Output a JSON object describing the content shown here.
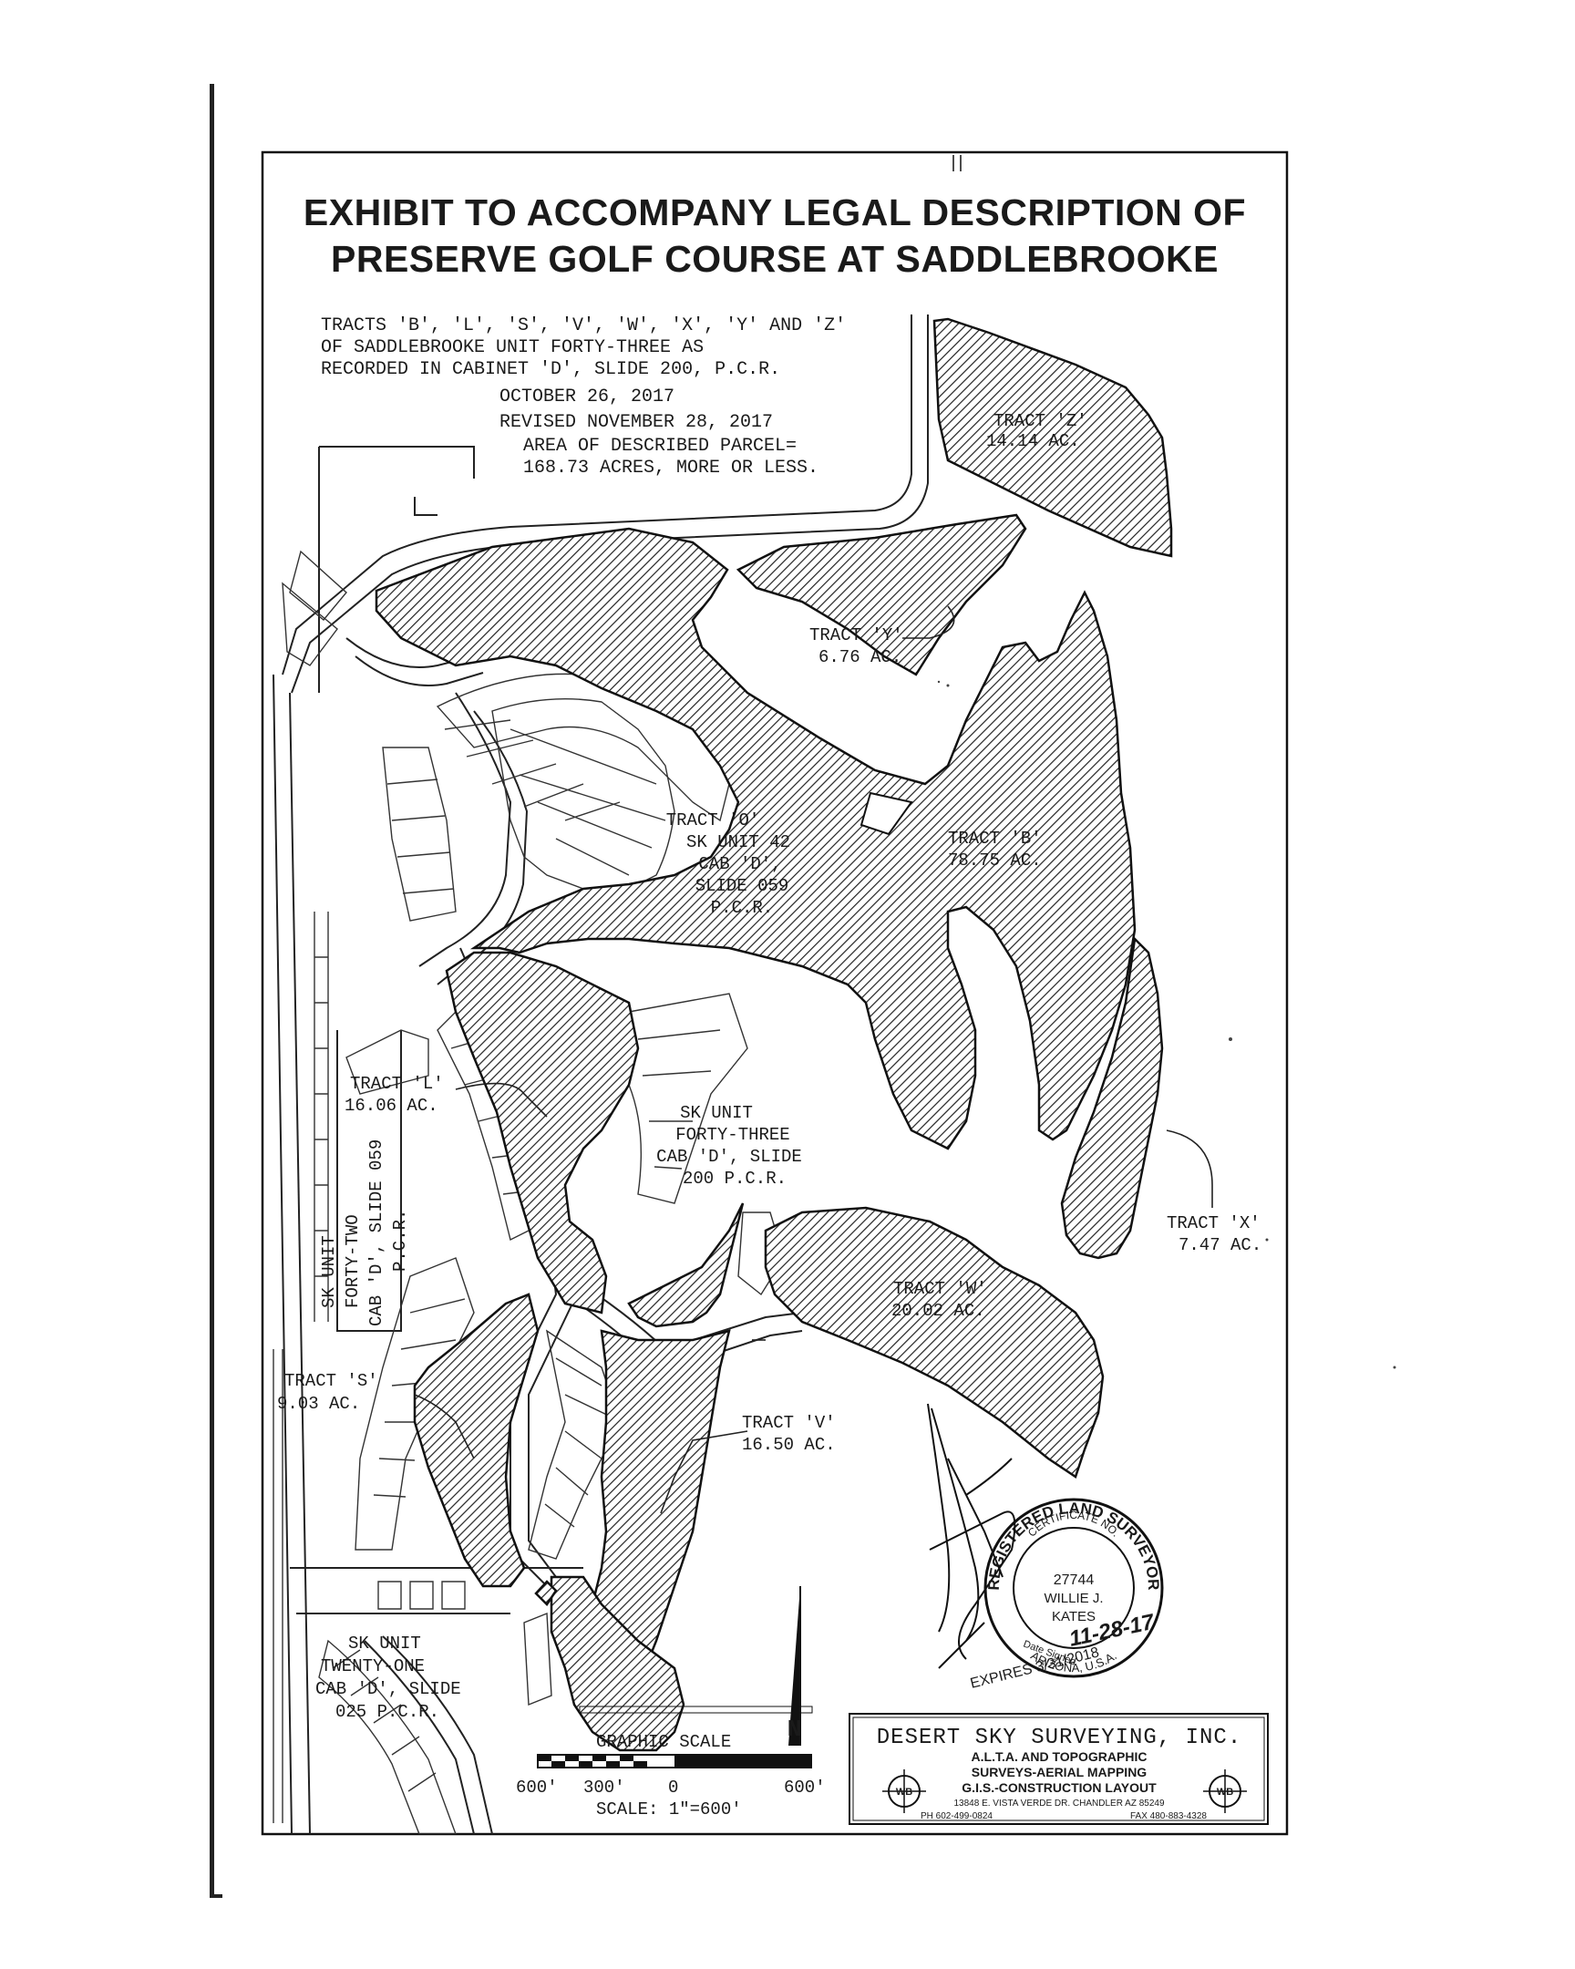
{
  "title": {
    "line1": "EXHIBIT TO ACCOMPANY LEGAL DESCRIPTION OF",
    "line2": "PRESERVE GOLF COURSE AT SADDLEBROOKE"
  },
  "notes": {
    "line1": "TRACTS 'B', 'L', 'S', 'V', 'W', 'X', 'Y' AND 'Z'",
    "line2": "OF SADDLEBROOKE UNIT FORTY-THREE AS",
    "line3": "RECORDED IN CABINET 'D', SLIDE 200, P.C.R.",
    "date": "OCTOBER 26, 2017",
    "revised": "REVISED NOVEMBER 28, 2017",
    "area1": "AREA OF DESCRIBED PARCEL=",
    "area2": "168.73 ACRES, MORE OR LESS."
  },
  "tracts": {
    "z": {
      "name": "TRACT 'Z'",
      "area": "14.14 AC."
    },
    "y": {
      "name": "TRACT 'Y'",
      "area": "6.76 AC."
    },
    "b": {
      "name": "TRACT 'B'",
      "area": "78.75 AC."
    },
    "l": {
      "name": "TRACT 'L'",
      "area": "16.06 AC."
    },
    "x": {
      "name": "TRACT 'X'",
      "area": "7.47 AC."
    },
    "w": {
      "name": "TRACT 'W'",
      "area": "20.02 AC."
    },
    "s": {
      "name": "TRACT 'S'",
      "area": "9.03 AC."
    },
    "v": {
      "name": "TRACT 'V'",
      "area": "16.50 AC."
    }
  },
  "units": {
    "o": {
      "l1": "TRACT 'O'",
      "l2": "SK UNIT 42",
      "l3": "CAB 'D',",
      "l4": "SLIDE 059",
      "l5": "P.C.R."
    },
    "u43": {
      "l1": "SK UNIT",
      "l2": "FORTY-THREE",
      "l3": "CAB 'D', SLIDE",
      "l4": "200 P.C.R."
    },
    "u42": {
      "l1": "SK UNIT",
      "l2": "FORTY-TWO",
      "l3": "CAB 'D', SLIDE 059",
      "l4": "P.C.R."
    },
    "u21": {
      "l1": "SK UNIT",
      "l2": "TWENTY-ONE",
      "l3": "CAB 'D', SLIDE",
      "l4": "025 P.C.R."
    }
  },
  "scale": {
    "label": "GRAPHIC SCALE",
    "t600a": "600'",
    "t300": "300'",
    "t0": "0",
    "t600b": "600'",
    "text": "SCALE:  1\"=600'",
    "north": "N"
  },
  "seal": {
    "ring_top": "REGISTERED LAND SURVEYOR",
    "cert": "CERTIFICATE NO.",
    "number": "27744",
    "name1": "WILLIE J.",
    "name2": "KATES",
    "date_signed_label": "Date Signed",
    "date_signed": "11-28-17",
    "state": "ARIZONA, U.S.A.",
    "expires": "EXPIRES 3/31/2018"
  },
  "company": {
    "name": "DESERT SKY SURVEYING, INC.",
    "l1": "A.L.T.A. AND TOPOGRAPHIC",
    "l2": "SURVEYS-AERIAL MAPPING",
    "l3": "G.I.S.-CONSTRUCTION LAYOUT",
    "address": "13848 E. VISTA VERDE DR. CHANDLER AZ 85249",
    "phone": "PH 602-499-0824",
    "fax": "FAX 480-883-4328",
    "logo_text": "WB"
  }
}
